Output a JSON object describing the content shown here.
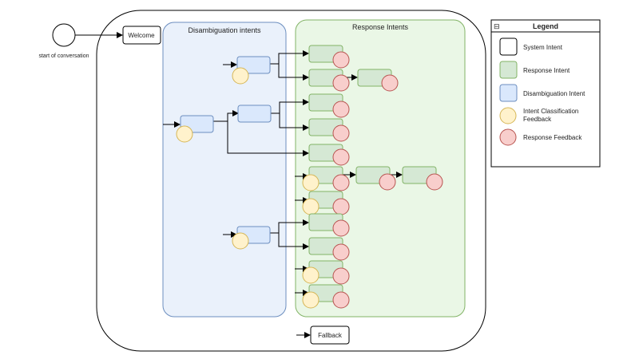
{
  "start_label": "start of conversation",
  "welcome_label": "Welcome",
  "fallback_label": "Fallback",
  "disambiguation_title": "Disambiguation intents",
  "response_title": "Response Intents",
  "legend": {
    "collapse_symbol": "⊟",
    "title": "Legend",
    "items": [
      {
        "label_lines": [
          "System Intent"
        ],
        "kind": "system"
      },
      {
        "label_lines": [
          "Response Intent"
        ],
        "kind": "response"
      },
      {
        "label_lines": [
          "Disambiguation Intent"
        ],
        "kind": "disambiguation"
      },
      {
        "label_lines": [
          "Intent Classification",
          "Feedback"
        ],
        "kind": "classification-feedback"
      },
      {
        "label_lines": [
          "Response Feedback"
        ],
        "kind": "response-feedback"
      }
    ]
  },
  "colors": {
    "system_fill": "#ffffff",
    "system_stroke": "#000000",
    "response_fill": "#d5e8d4",
    "response_stroke": "#82b366",
    "disambiguation_fill": "#dae8fc",
    "disambiguation_stroke": "#6c8ebf",
    "classification_fill": "#fff2cc",
    "classification_stroke": "#d6b656",
    "response_feedback_fill": "#f8cecc",
    "response_feedback_stroke": "#b85450",
    "disamb_container_fill": "#eaf1fb",
    "response_container_fill": "#eaf7e6"
  }
}
